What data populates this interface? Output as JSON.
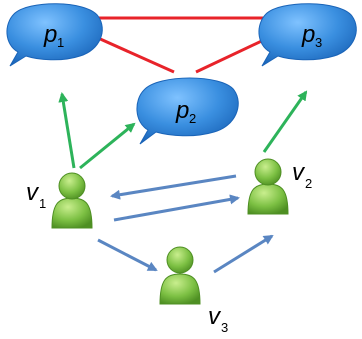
{
  "colors": {
    "bubble": "#3a8fe0",
    "person": "#7cc043",
    "red_edge": "#e8232a",
    "green_edge": "#2db35a",
    "blue_edge": "#5a86c2"
  },
  "icons": {
    "bubble": "speech-bubble-icon",
    "person": "person-icon"
  },
  "nodes": {
    "p1": {
      "main": "p",
      "sub": "1"
    },
    "p2": {
      "main": "p",
      "sub": "2"
    },
    "p3": {
      "main": "p",
      "sub": "3"
    },
    "v1": {
      "main": "v",
      "sub": "1"
    },
    "v2": {
      "main": "v",
      "sub": "2"
    },
    "v3": {
      "main": "v",
      "sub": "3"
    }
  }
}
